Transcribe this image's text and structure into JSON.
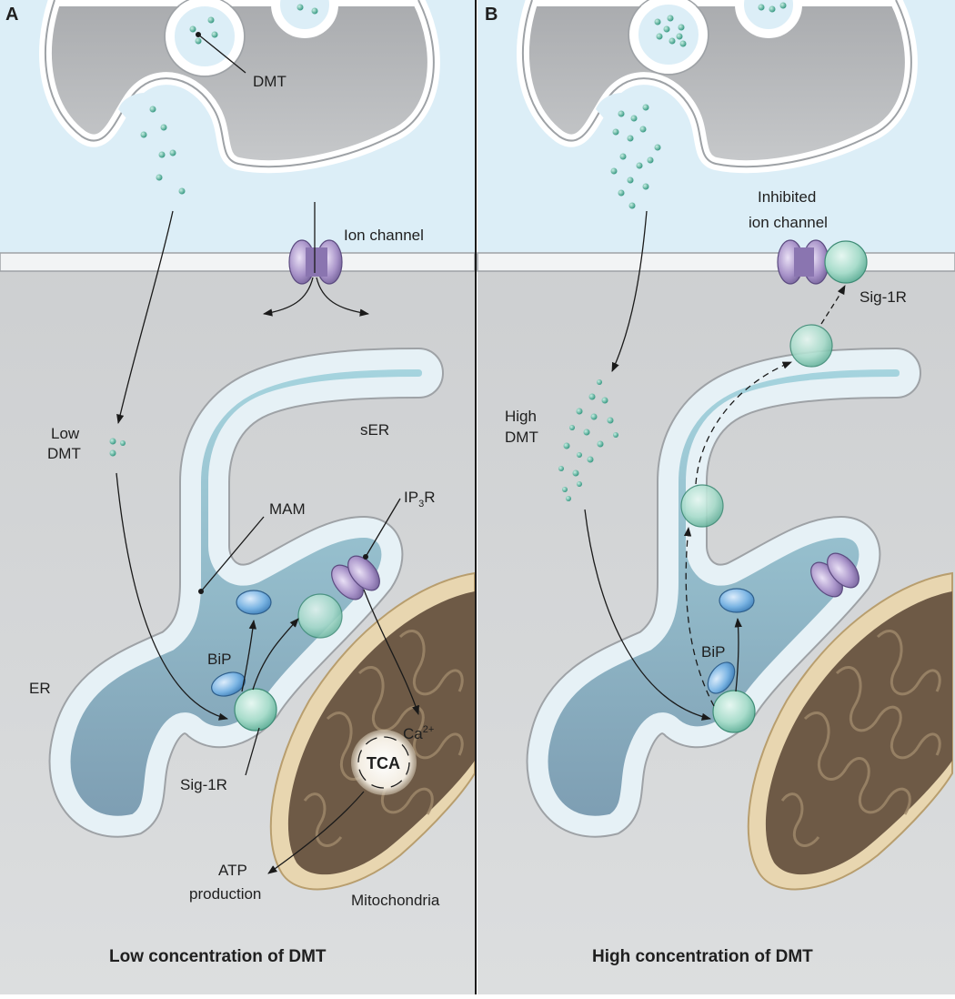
{
  "panels": [
    {
      "letter": "A",
      "caption": "Low concentration of DMT",
      "labels": {
        "dmt": "DMT",
        "ion_channel": "Ion channel",
        "low_dmt_1": "Low",
        "low_dmt_2": "DMT",
        "ser": "sER",
        "mam": "MAM",
        "ip3r_main": "IP",
        "ip3r_sub": "3",
        "ip3r_tail": "R",
        "er": "ER",
        "bip": "BiP",
        "sig1r": "Sig-1R",
        "ca_main": "Ca",
        "ca_sup": "2+",
        "tca": "TCA",
        "atp_1": "ATP",
        "atp_2": "production",
        "mitochondria": "Mitochondria"
      }
    },
    {
      "letter": "B",
      "caption": "High concentration of DMT",
      "labels": {
        "inhibited_1": "Inhibited",
        "inhibited_2": "ion channel",
        "sig1r": "Sig-1R",
        "high_dmt_1": "High",
        "high_dmt_2": "DMT",
        "bip": "BiP"
      }
    }
  ],
  "colors": {
    "synaptic_space": "#dceef7",
    "cytoplasm": "#d4d6d8",
    "terminal": "#b8babd",
    "er_lumen": "#8fb8c8",
    "er_membrane": "#e6f1f6",
    "dmt_dot": "#3aa58e",
    "sig1r": "#a8dccb",
    "bip": "#7ab4e3",
    "ion_channel": "#9b86bd",
    "mitochondria_matrix": "#6e5a46",
    "mitochondria_membrane": "#e8d6b0"
  }
}
